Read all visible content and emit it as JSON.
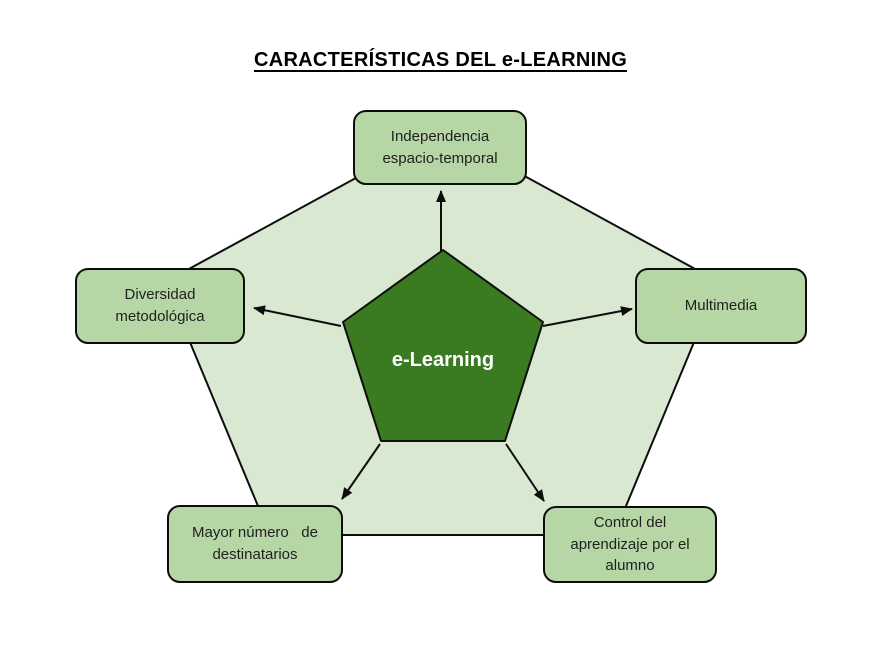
{
  "title": "CARACTERÍSTICAS DEL e-LEARNING",
  "center": {
    "label": "e-Learning"
  },
  "nodes": [
    {
      "id": "independencia",
      "label": "Independencia\nespacio-temporal"
    },
    {
      "id": "diversidad",
      "label": "Diversidad\nmetodológica"
    },
    {
      "id": "multimedia",
      "label": "Multimedia"
    },
    {
      "id": "mayor-numero",
      "label": "Mayor número   de\ndestinatarios"
    },
    {
      "id": "control-aprendizaje",
      "label": "Control del\naprendizaje por el\nalumno"
    }
  ],
  "colors": {
    "background": "#ffffff",
    "outer_pentagon_fill": "#d9e8d0",
    "box_fill": "#b6d7a5",
    "center_pentagon_fill": "#3a7b21",
    "outline": "#0d0d0d",
    "title_text": "#000000",
    "box_text": "#1f1f1f",
    "center_text": "#ffffff"
  }
}
